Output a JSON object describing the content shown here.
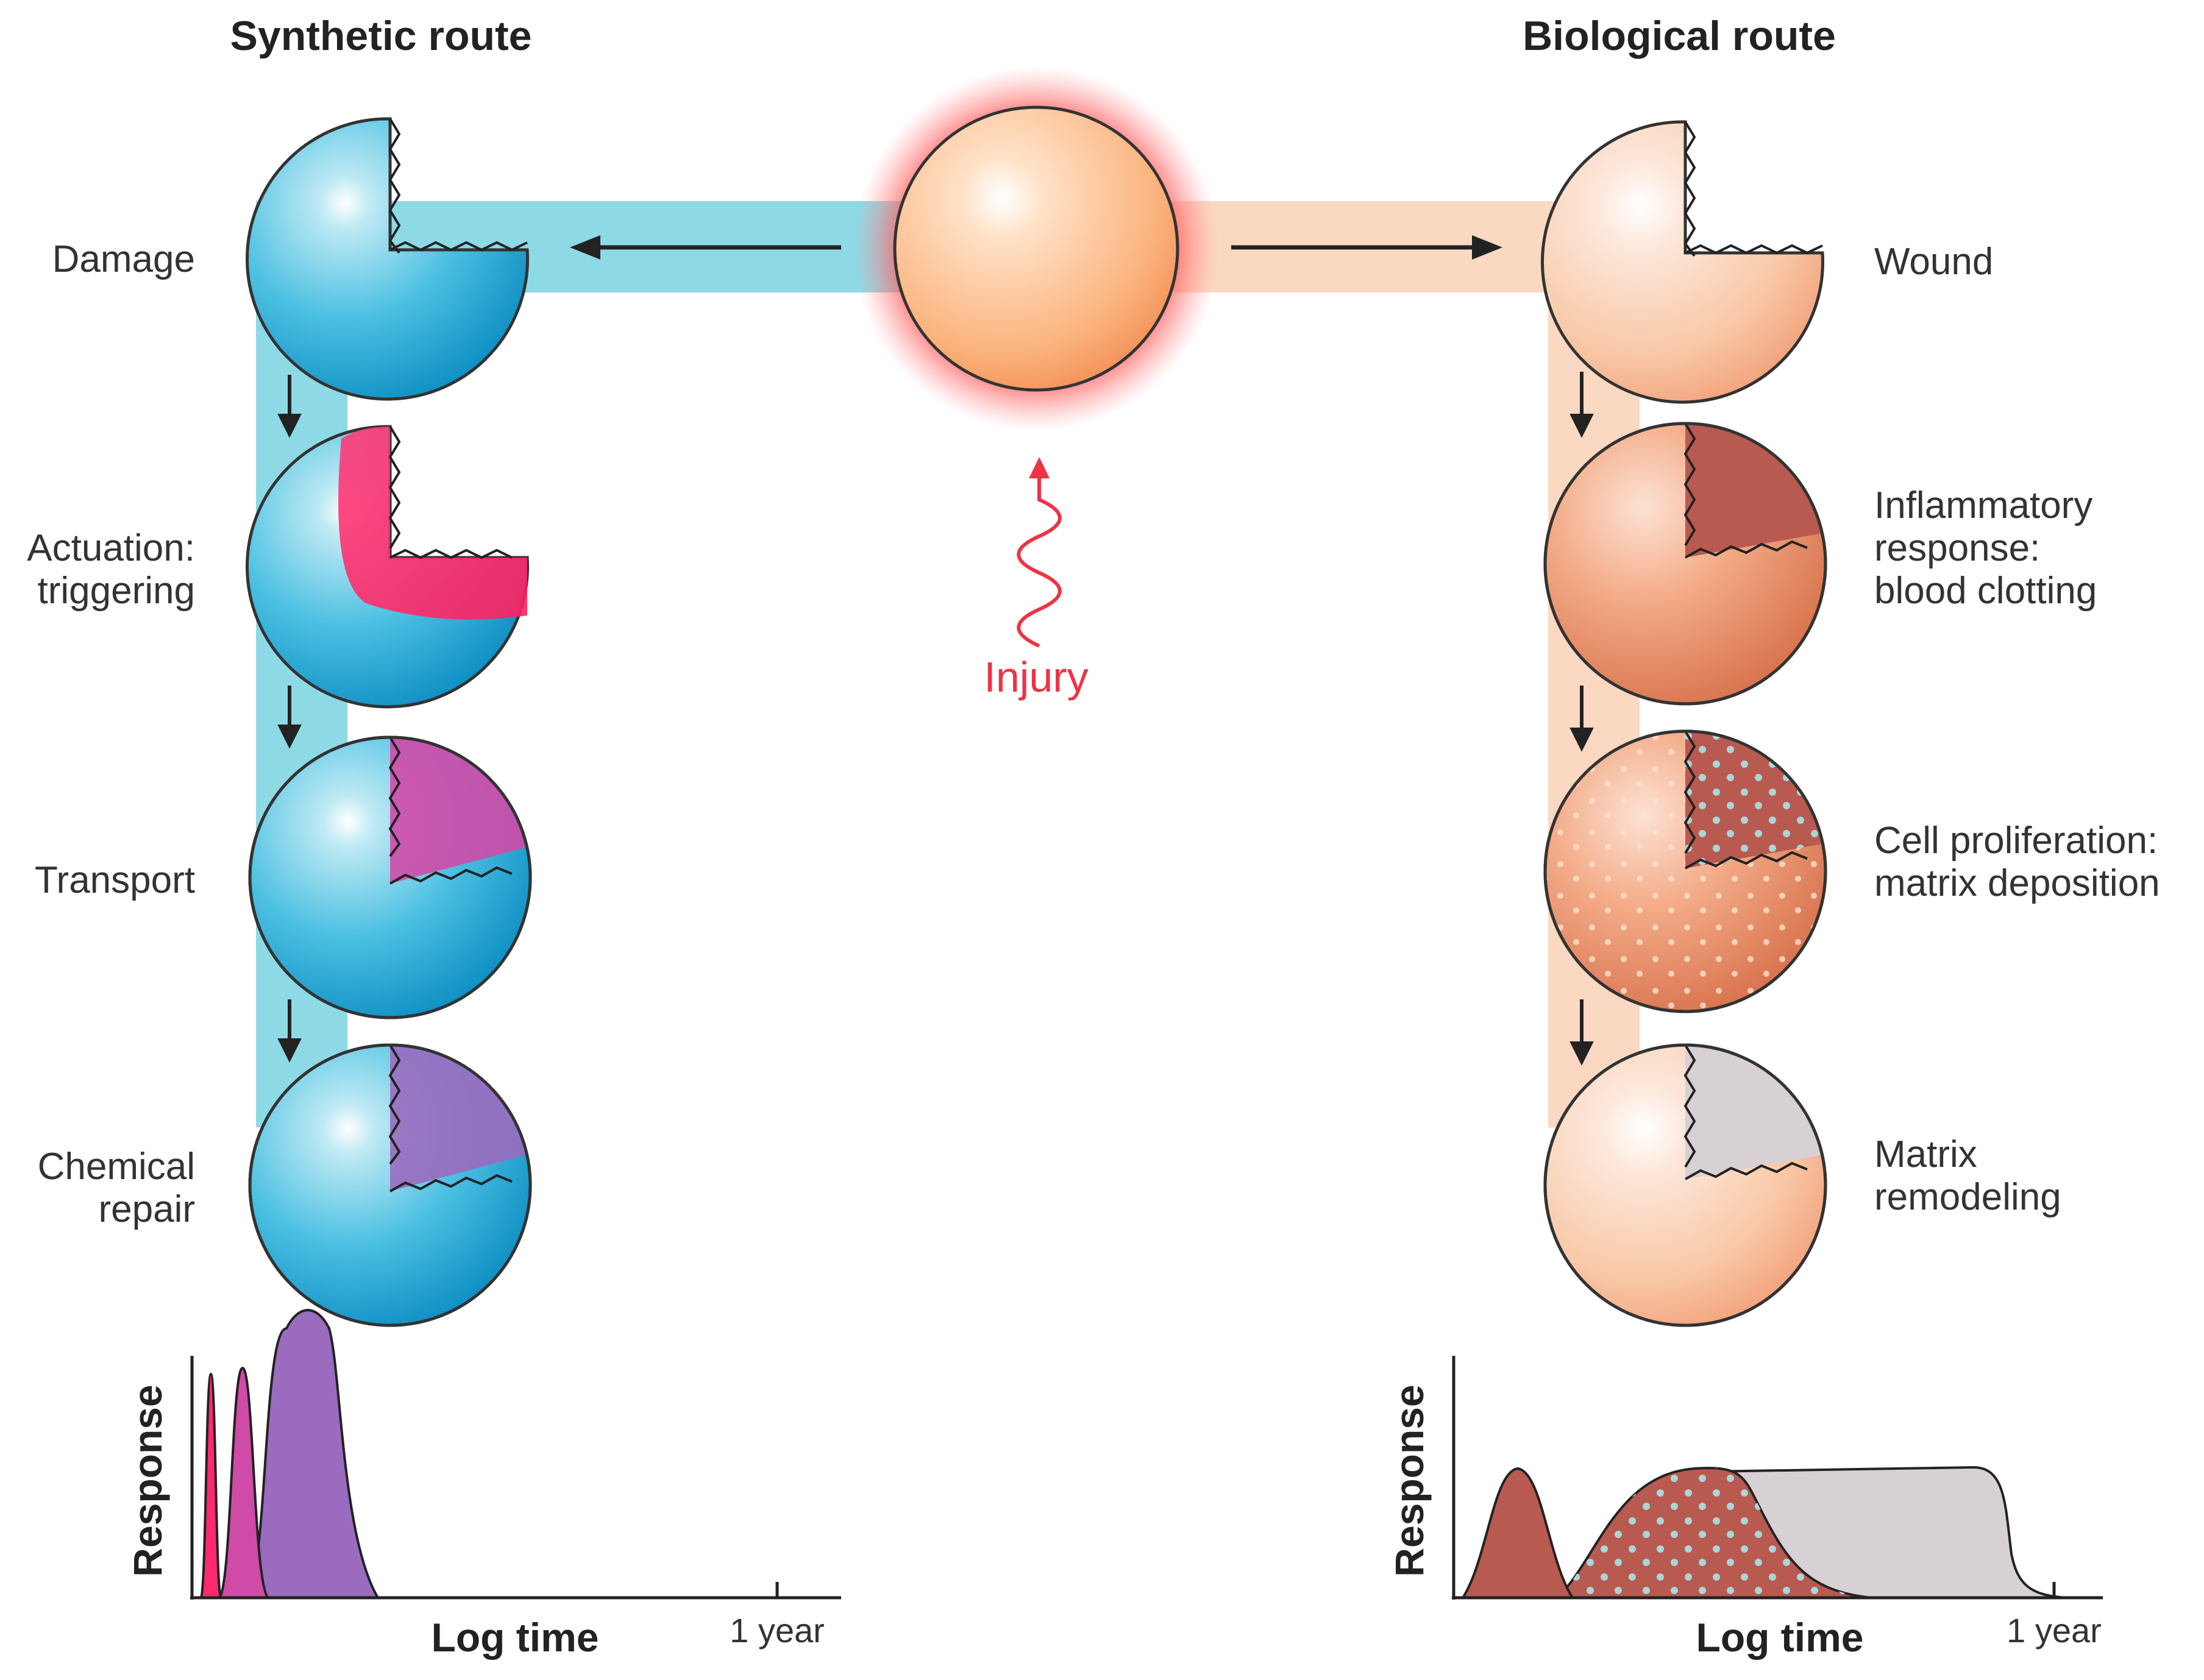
{
  "titles": {
    "synthetic": "Synthetic route",
    "biological": "Biological route"
  },
  "injury_label": "Injury",
  "synthetic": {
    "stages": [
      {
        "line1": "Damage",
        "line2": ""
      },
      {
        "line1": "Actuation:",
        "line2": "triggering"
      },
      {
        "line1": "Transport",
        "line2": ""
      },
      {
        "line1": "Chemical",
        "line2": "repair"
      }
    ],
    "graph": {
      "ylabel": "Response",
      "xlabel": "Log time",
      "tick": "1 year"
    }
  },
  "biological": {
    "stages": [
      {
        "line1": "Wound",
        "line2": "",
        "line3": ""
      },
      {
        "line1": "Inflammatory",
        "line2": "response:",
        "line3": "blood clotting"
      },
      {
        "line1": "Cell proliferation:",
        "line2": "matrix deposition",
        "line3": ""
      },
      {
        "line1": "Matrix",
        "line2": "remodeling",
        "line3": ""
      }
    ],
    "graph": {
      "ylabel": "Response",
      "xlabel": "Log time",
      "tick": "1 year"
    }
  },
  "colors": {
    "synthetic_band": "#8ed9e6",
    "biological_band": "#fbd8c2",
    "injury": "#ee3344",
    "trigger": "#ff2a6d",
    "transport": "#d04aa8",
    "repair": "#9a6bbf",
    "clot": "#b85a50",
    "remodel": "#d7d0d4"
  }
}
